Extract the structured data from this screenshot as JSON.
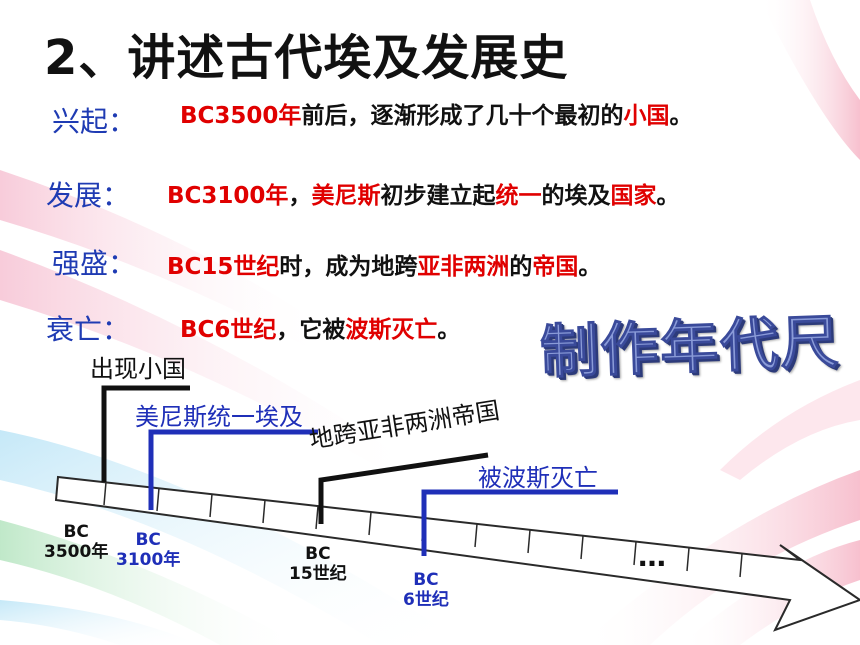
{
  "title": "2、讲述古代埃及发展史",
  "rows": [
    {
      "label": "兴起：",
      "parts": [
        [
          "BC3500年",
          "red"
        ],
        [
          "前后，逐渐形成了几十个最初的",
          ""
        ],
        [
          "小国",
          "red"
        ],
        [
          "。",
          ""
        ]
      ]
    },
    {
      "label": "发展：",
      "parts": [
        [
          "BC3100年",
          "red"
        ],
        [
          "，",
          ""
        ],
        [
          "美尼斯",
          "red"
        ],
        [
          "初步建立起",
          ""
        ],
        [
          "统一",
          "red"
        ],
        [
          "的埃及",
          ""
        ],
        [
          "国家",
          "red"
        ],
        [
          "。",
          ""
        ]
      ]
    },
    {
      "label": "强盛：",
      "parts": [
        [
          "BC15世纪",
          "red"
        ],
        [
          "时，成为地跨",
          ""
        ],
        [
          "亚非两洲",
          "red"
        ],
        [
          "的",
          ""
        ],
        [
          "帝国",
          "red"
        ],
        [
          "。",
          ""
        ]
      ]
    },
    {
      "label": "衰亡：",
      "parts": [
        [
          "BC6世纪",
          "red"
        ],
        [
          "，它被",
          ""
        ],
        [
          "波斯灭亡",
          "red"
        ],
        [
          "。",
          ""
        ]
      ]
    }
  ],
  "art_title": "制作年代尺",
  "timeline": {
    "events": {
      "e1": "出现小国",
      "e2": "美尼斯统一埃及",
      "e3": "地跨亚非两洲帝国",
      "e4": "被波斯灭亡"
    },
    "ticks": {
      "t1": {
        "l1": "BC",
        "l2": "3500年"
      },
      "t2": {
        "l1": "BC",
        "l2": "3100年"
      },
      "t3": {
        "l1": "BC",
        "l2": "15世纪"
      },
      "t4": {
        "l1": "BC",
        "l2": "6世纪"
      }
    },
    "ellipsis": "…"
  },
  "colors": {
    "red": "#e00000",
    "blue": "#1f2fb8",
    "label_blue": "#1f3bb3"
  }
}
